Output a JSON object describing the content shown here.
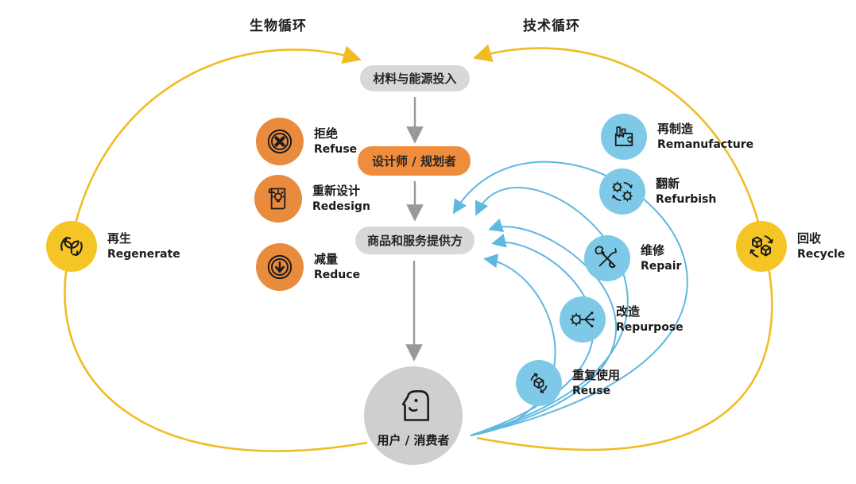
{
  "titles": {
    "left": "生物循环",
    "right": "技术循环"
  },
  "flow": {
    "input": "材料与能源投入",
    "designer": "设计师 / 规划者",
    "provider": "商品和服务提供方",
    "user": "用户 / 消费者"
  },
  "left_strategies": [
    {
      "zh": "拒绝",
      "en": "Refuse",
      "icon": "refuse-icon"
    },
    {
      "zh": "重新设计",
      "en": "Redesign",
      "icon": "redesign-icon"
    },
    {
      "zh": "减量",
      "en": "Reduce",
      "icon": "reduce-icon"
    }
  ],
  "outer_loops": [
    {
      "zh": "再生",
      "en": "Regenerate",
      "icon": "regenerate-icon",
      "side": "left"
    },
    {
      "zh": "回收",
      "en": "Recycle",
      "icon": "recycle-icon",
      "side": "right"
    }
  ],
  "right_strategies": [
    {
      "zh": "再制造",
      "en": "Remanufacture",
      "icon": "remanufacture-icon"
    },
    {
      "zh": "翻新",
      "en": "Refurbish",
      "icon": "refurbish-icon"
    },
    {
      "zh": "维修",
      "en": "Repair",
      "icon": "repair-icon"
    },
    {
      "zh": "改造",
      "en": "Repurpose",
      "icon": "repurpose-icon"
    },
    {
      "zh": "重复使用",
      "en": "Reuse",
      "icon": "reuse-icon"
    }
  ],
  "colors": {
    "orange": "#e98b3d",
    "blue_circle": "#7fc9e8",
    "blue_arrow": "#5fb8e0",
    "yellow": "#f5c425",
    "gray_pill": "#d8d8d8",
    "user_gray": "#cfcfcf",
    "arrow_gray": "#999999",
    "text": "#1b1b1b"
  }
}
